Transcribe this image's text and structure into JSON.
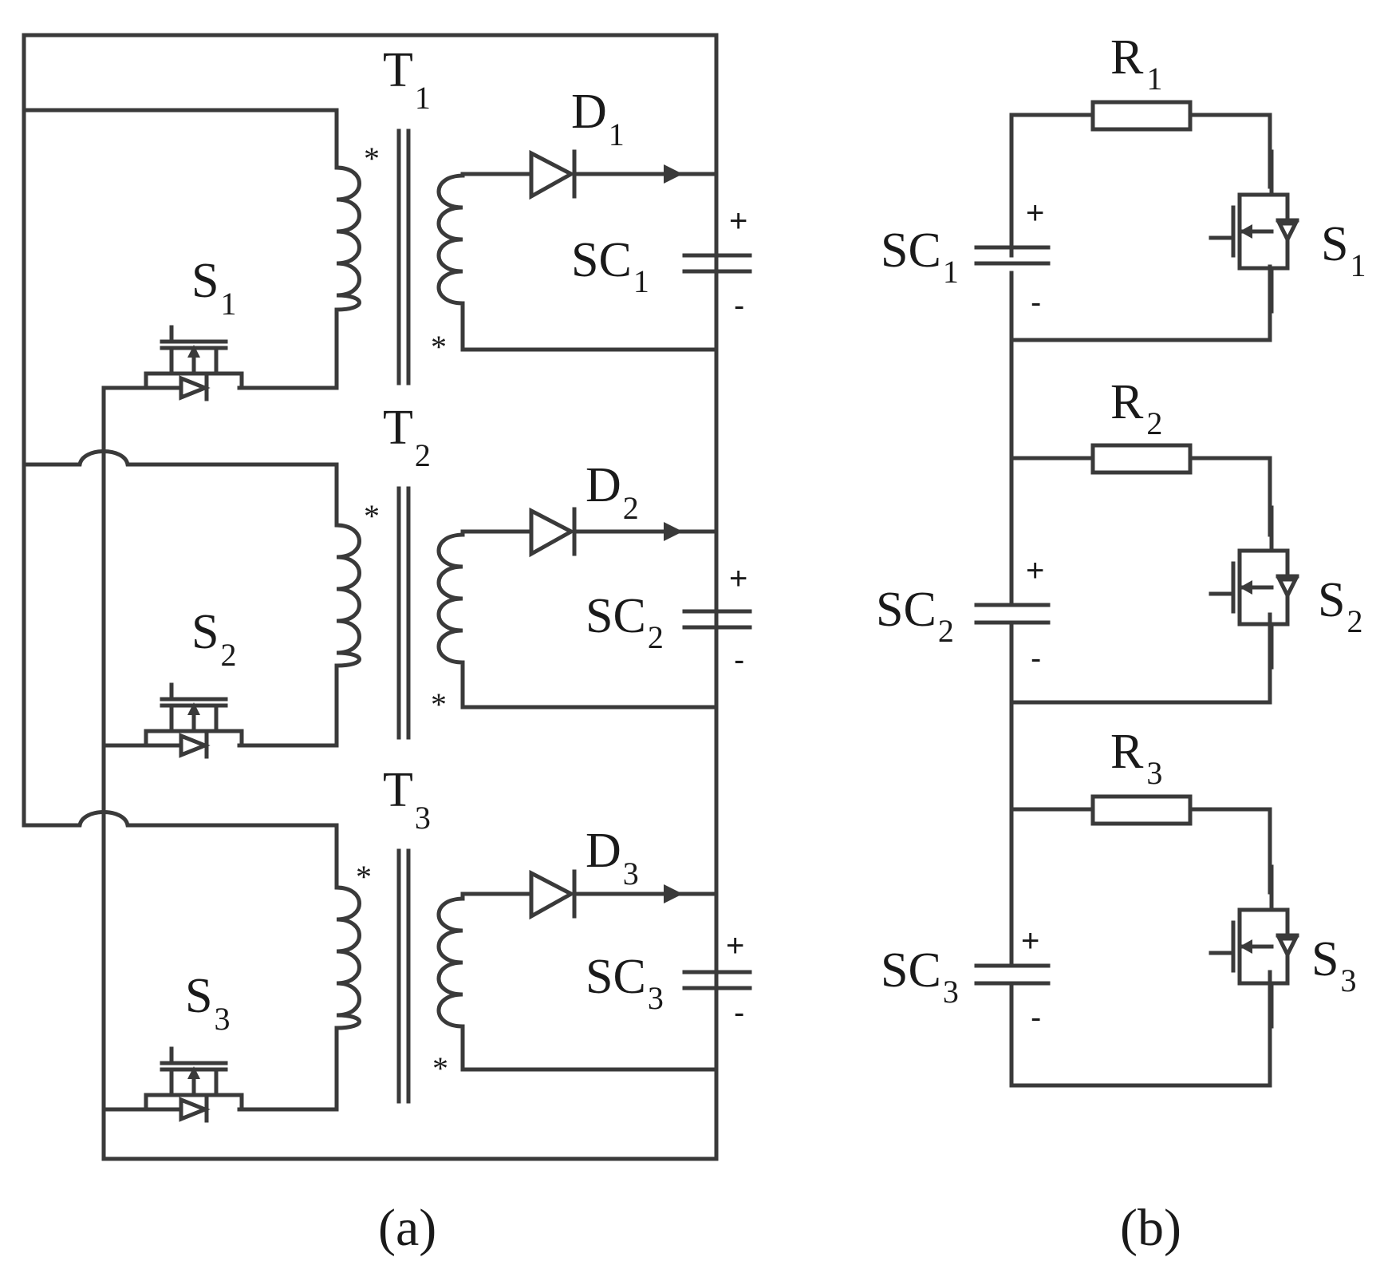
{
  "panel_a": {
    "caption": "(a)",
    "transformers": [
      "T",
      "T",
      "T"
    ],
    "diodes": [
      "D",
      "D",
      "D"
    ],
    "switches": [
      "S",
      "S",
      "S"
    ],
    "supercaps": [
      "SC",
      "SC",
      "SC"
    ],
    "indices": [
      "1",
      "2",
      "3"
    ],
    "dot_mark": "*",
    "plus": "+",
    "minus": "-"
  },
  "panel_b": {
    "caption": "(b)",
    "resistors": [
      "R",
      "R",
      "R"
    ],
    "switches": [
      "S",
      "S",
      "S"
    ],
    "supercaps": [
      "SC",
      "SC",
      "SC"
    ],
    "indices": [
      "1",
      "2",
      "3"
    ],
    "plus": "+",
    "minus": "-"
  }
}
